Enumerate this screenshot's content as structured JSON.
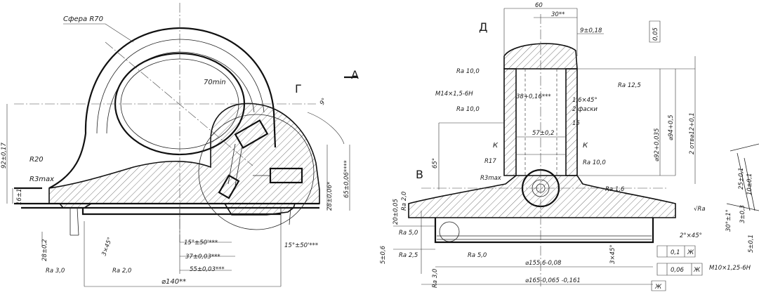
{
  "left_view": {
    "labels": {
      "sphere": "Сфера R70",
      "inner_radius": "70min",
      "section_g": "Г",
      "view_a": "А",
      "angle_9": "9°",
      "r20": "R20",
      "r3max": "R3max",
      "h_92": "92±0,17",
      "h_16": "16±1",
      "h_28": "28±0,2",
      "h_65": "65±0,06****",
      "h_28b": "28±0,06*",
      "angle_15a": "15°±50'***",
      "angle_15b": "15°±50'***",
      "d_37": "37±0,03***",
      "d_55": "55±0,03***",
      "chamfer": "3×45°",
      "dia_140": "⌀140**",
      "ra_30": "Ra 3,0",
      "ra_20": "Ra 2,0"
    }
  },
  "right_view": {
    "labels": {
      "d_60": "60",
      "d_30": "30**",
      "tol_9": "9±0,18",
      "tol_005": "0,05",
      "view_d": "Д",
      "ra_100a": "Ra 10,0",
      "thread_m": "M14×1,5-6H",
      "ra_100b": "Ra 10,0",
      "d_38": "38+0,16***",
      "chamfer_16": "1,6×45°",
      "two_chamfers": "2 фаски",
      "d_57": "57±0,2",
      "d_15": "15",
      "k_left": "К",
      "k_right": "К",
      "r17": "R17",
      "r3max": "R3max",
      "ra_125": "Ra 12,5",
      "ra_100c": "Ra 10,0",
      "ra_16": "Ra 1,6",
      "dia_92": "⌀92+0,035",
      "dia_94": "⌀94+0,5",
      "holes_2": "2 отв⌀12+0,1",
      "angle_65": "65°",
      "section_v": "В",
      "ra_20": "Ra 2,0",
      "h_20": "20±0,05",
      "ra_50a": "Ra 5,0",
      "h_5": "5±0,6",
      "ra_25": "Ra 2,5",
      "ra_50b": "Ra 5,0",
      "ra_30": "Ra 3,0",
      "dia_1556": "⌀155,6-0,08",
      "dia_165": "⌀165-0,065 -0,161",
      "angle_3x45": "3×45°",
      "chamfer_2": "2°×45°",
      "tol_01": "0,1",
      "tol_006": "0,06",
      "datum_zh1": "Ж",
      "datum_zh2": "Ж",
      "datum_zh3": "Ж",
      "ra_14": "√Ra",
      "thread_m10": "M10×1,25-6H",
      "d_25": "25±0,1",
      "d_10": "10±0,1",
      "d_3": "3±0,3",
      "d_5": "5±0,1",
      "angle_30": "30°±1°"
    }
  }
}
